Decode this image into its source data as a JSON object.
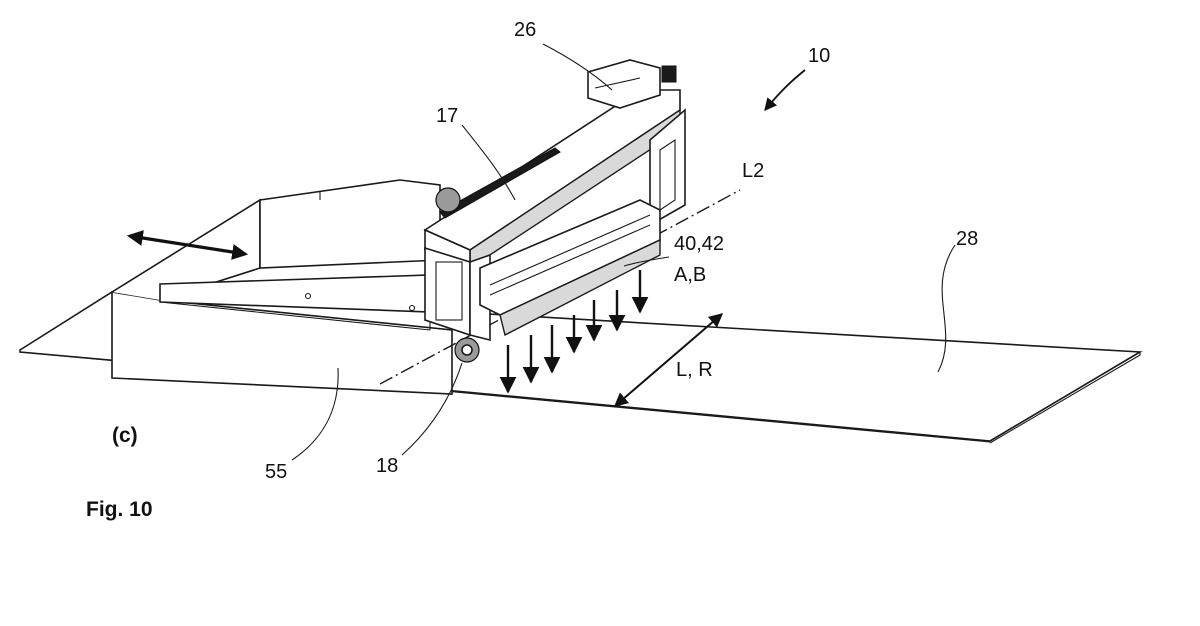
{
  "figure": {
    "figure_label": "Fig. 10",
    "panel_label": "(c)",
    "reference_labels": {
      "r10": "10",
      "r26": "26",
      "r17": "17",
      "rL2": "L2",
      "r40": "40,42",
      "rAB": "A,B",
      "r28": "28",
      "rLR": "L, R",
      "r55": "55",
      "r18": "18"
    }
  }
}
